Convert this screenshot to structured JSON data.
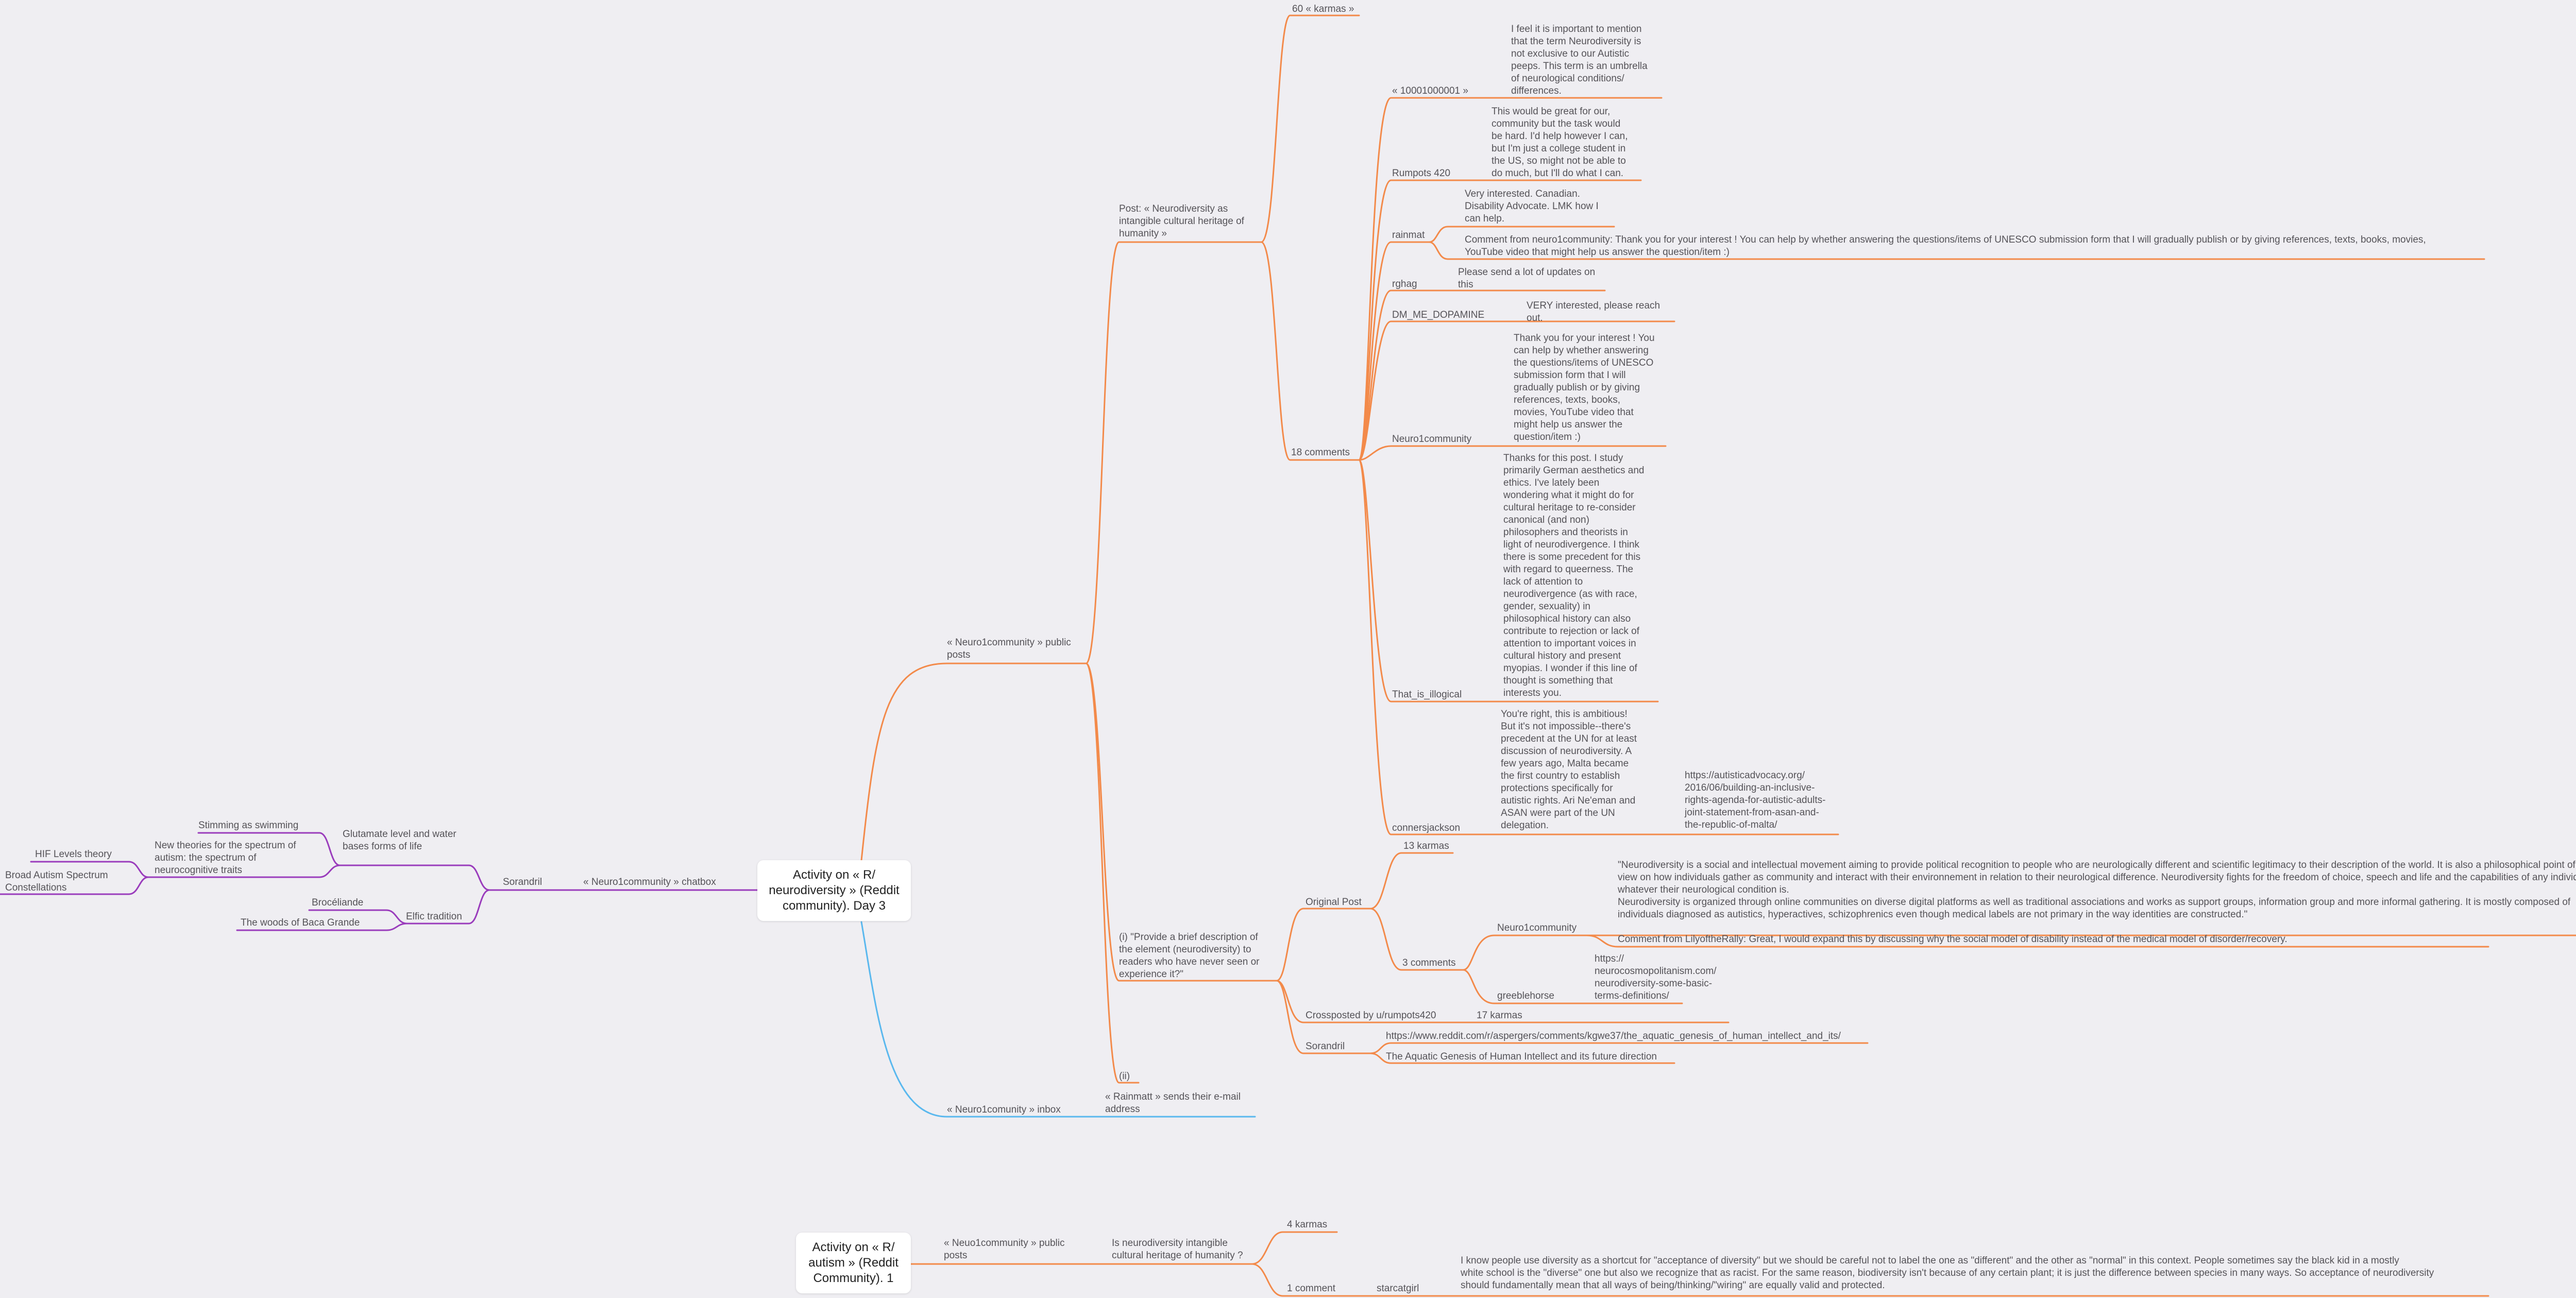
{
  "colors": {
    "background": "#efeef2",
    "public_posts_branch": "#f38a4a",
    "inbox_branch": "#5ab8ee",
    "chatbox_branch": "#9a3cbc"
  },
  "map1": {
    "root": "Activity on « R/\nneurodiversity » (Reddit\ncommunity). Day 3",
    "public_posts": "« Neuro1community » public\nposts",
    "post_neurodiversity": "Post: « Neurodiversity as\nintangible cultural heritage of\nhumanity »",
    "karmas_60": "60 « karmas »",
    "comments_18": "18 comments",
    "commenters": {
      "c10001000001": "« 10001000001 »",
      "c10001000001_text": "I feel it is important to mention\nthat the term Neurodiversity is\nnot exclusive to our Autistic\npeeps. This term is an umbrella\nof neurological conditions/\ndifferences.",
      "rumpots": "Rumpots 420",
      "rumpots_text": "This would be great for our,\ncommunity but the task would\nbe hard. I'd help however I can,\nbut I'm just a college student in\nthe US, so might not be able to\ndo much, but I'll do what I can.",
      "rainmat": "rainmat",
      "rainmat_text": "Very interested. Canadian.\nDisability Advocate. LMK how I\ncan help.",
      "rainmat_reply": "Comment from neuro1community: Thank you for your interest ! You can help by whether answering the questions/items of UNESCO submission form that I will gradually publish or by giving references, texts, books, movies,\nYouTube video that might help us answer the question/item :)",
      "rghag": "rghag",
      "rghag_text": "Please send a lot of updates on\nthis",
      "dm": "DM_ME_DOPAMINE",
      "dm_text": "VERY interested, please reach\nout.",
      "neuro1": "Neuro1community",
      "neuro1_text": "Thank you for your interest ! You\ncan help by whether answering\nthe questions/items of UNESCO\nsubmission form that I will\ngradually publish or by giving\nreferences, texts, books,\nmovies, YouTube video that\nmight help us answer the\nquestion/item :)",
      "illogical": "That_is_illogical",
      "illogical_text": "Thanks for this post. I study\nprimarily German aesthetics and\nethics. I've lately been\nwondering what it might do for\ncultural heritage to re-consider\ncanonical (and non)\nphilosophers and theorists in\nlight of neurodivergence. I think\nthere is some precedent for this\nwith regard to queerness. The\nlack of attention to\nneurodivergence (as with race,\ngender, sexuality) in\nphilosophical history can also\ncontribute to rejection or lack of\nattention to important voices in\ncultural history and present\nmyopias. I wonder if this line of\nthought is something that\ninterests you.",
      "conners": "connersjackson",
      "conners_text": "You're right, this is ambitious!\nBut it's not impossible--there's\nprecedent at the UN for at least\ndiscussion of neurodiversity. A\nfew years ago, Malta became\nthe first country to establish\nprotections specifically for\nautistic rights. Ari Ne'eman and\nASAN were part of the UN\ndelegation.",
      "conners_link": "https://autisticadvocacy.org/\n2016/06/building-an-inclusive-\nrights-agenda-for-autistic-adults-\njoint-statement-from-asan-and-\nthe-republic-of-malta/"
    },
    "provide_brief": "(i) \"Provide a brief description of\nthe element (neurodiversity) to\nreaders who have never seen or\nexperience it?\"",
    "original_post": "Original Post",
    "karmas_13": "13 karmas",
    "comments_3": "3 comments",
    "op_neuro1": "Neuro1community",
    "op_neuro1_text": "\"Neurodiversity is a social and intellectual movement aiming to provide political recognition to people who are neurologically different and scientific legitimacy to their description of the world. It is also a philosophical point of\nview on how individuals gather as community and interact with their environnement in relation to their neurological difference. Neurodiversity fights for the freedom of choice, speech and life and the capabilities of any individual\nwhatever their neurological condition is.\nNeurodiversity is organized through online communities on diverse digital platforms as well as traditional associations and works as support groups, information group and more informal gathering. It is mostly composed of\nindividuals diagnosed as autistics, hyperactives, schizophrenics even though medical labels are not primary in the way identities are constructed.\"",
    "lily_comment": "Comment from LilyoftheRally: Great, I would expand this by discussing why the social model of disability instead of the medical model of disorder/recovery.",
    "greeble": "greeblehorse",
    "greeble_link": "https://\nneurocosmopolitanism.com/\nneurodiversity-some-basic-\nterms-definitions/",
    "crossposted": "Crossposted by u/rumpots420",
    "karmas_17": "17 karmas",
    "sorandril_post": "Sorandril",
    "aquatic_link": "https://www.reddit.com/r/aspergers/comments/kgwe37/the_aquatic_genesis_of_human_intellect_and_its/",
    "aquatic_title": "The Aquatic Genesis of Human Intellect and its future direction",
    "ii": "(ii)",
    "inbox": "« Neuro1comunity » inbox",
    "rainmatt_email": "« Rainmatt » sends their e-mail\naddress",
    "chatbox": "« Neuro1community » chatbox",
    "sorandril_chat": "Sorandril",
    "glutamate": "Glutamate level and water\nbases forms of life",
    "stimming": "Stimming as swimming",
    "new_theories": "New theories for the spectrum of\nautism: the spectrum of\nneurocognitive traits",
    "hif": "HIF Levels theory",
    "broad": "Broad Autism Spectrum\nConstellations",
    "elfic": "Elfic tradition",
    "broceliande": "Brocéliande",
    "baca": "The woods of Baca Grande"
  },
  "map2": {
    "root": "Activity on « R/\nautism » (Reddit\nCommunity). 1",
    "public_posts": "« Neuo1community » public\nposts",
    "question": "Is neurodiversity intangible\ncultural heritage of humanity ?",
    "karmas_4": "4 karmas",
    "comment_1": "1 comment",
    "starcat": "starcatgirl",
    "starcat_text": "I know people use diversity as a shortcut for \"acceptance of diversity\" but we should be careful not to label the one as \"different\" and the other as \"normal\" in this context. People sometimes say the black kid in a mostly\nwhite school is the \"diverse\" one but also we recognize that as racist. For the same reason, biodiversity isn't because of any certain plant; it is just the difference between species in many ways. So acceptance of neurodiversity\nshould fundamentally mean that all ways of being/thinking/\"wiring\" are equally valid and protected."
  }
}
